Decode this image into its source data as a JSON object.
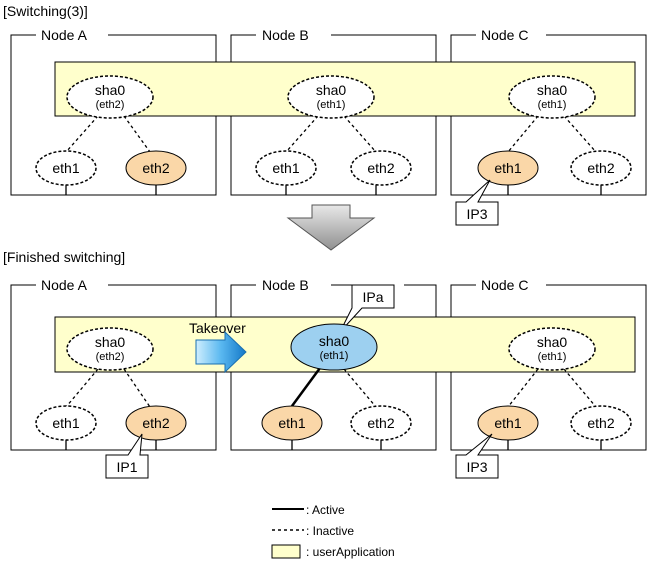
{
  "sections": {
    "top_title": "[Switching(3)]",
    "bottom_title": "[Finished switching]"
  },
  "nodes": {
    "a": "Node A",
    "b": "Node B",
    "c": "Node C"
  },
  "top": {
    "sha_a": {
      "name": "sha0",
      "sub": "(eth2)"
    },
    "sha_b": {
      "name": "sha0",
      "sub": "(eth1)"
    },
    "sha_c": {
      "name": "sha0",
      "sub": "(eth1)"
    },
    "nics": [
      "eth1",
      "eth2",
      "eth1",
      "eth2",
      "eth1",
      "eth2"
    ],
    "ip_c": "IP3"
  },
  "bottom": {
    "sha_a": {
      "name": "sha0",
      "sub": "(eth2)"
    },
    "sha_b": {
      "name": "sha0",
      "sub": "(eth1)"
    },
    "sha_c": {
      "name": "sha0",
      "sub": "(eth1)"
    },
    "nics": [
      "eth1",
      "eth2",
      "eth1",
      "eth2",
      "eth1",
      "eth2"
    ],
    "ip_a": "IP1",
    "ip_b": "IPa",
    "ip_c": "IP3",
    "takeover": "Takeover"
  },
  "legend": {
    "active": ": Active",
    "inactive": ": Inactive",
    "userapp": ": userApplication"
  },
  "colors": {
    "userapp_fill": "#ffffcc",
    "active_nic_fill": "#fad7a8",
    "active_sha_fill": "#9dd0f0",
    "arrow_gray": "#b4b4b4"
  }
}
